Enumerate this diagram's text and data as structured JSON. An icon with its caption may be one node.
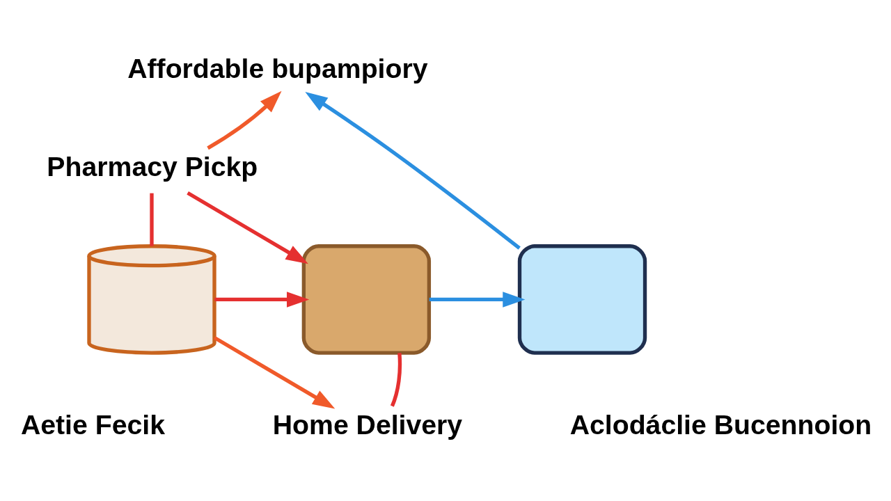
{
  "diagram": {
    "nodes": [
      {
        "text": [
          "Affordable bupampiory"
        ]
      },
      {
        "text": [
          "Pharmacy Pickp"
        ]
      },
      {
        "text": [],
        "shape": "cylinder"
      },
      {
        "text": [],
        "shape": "box"
      },
      {
        "text": [],
        "shape": "box"
      },
      {
        "text": [
          "Aetie Fecik"
        ]
      },
      {
        "text": [
          "Home Delivery"
        ]
      },
      {
        "text": [
          "Aclodáclie Bucennoion"
        ]
      }
    ],
    "edges": [
      {
        "from": 1,
        "to": 0,
        "arrow": "to",
        "color": "#f05a2a"
      },
      {
        "from": 1,
        "to": 3,
        "arrow": "to"
      },
      {
        "from": 4,
        "to": 0,
        "arrow": "to",
        "color": "#2b8fe0"
      },
      {
        "from": 1,
        "to": 2,
        "arrow": "none"
      },
      {
        "from": 2,
        "to": 3,
        "arrow": "to"
      },
      {
        "from": 3,
        "to": 4,
        "arrow": "to",
        "color": "#2b8fe0"
      },
      {
        "from": 2,
        "to": 6,
        "arrow": "to",
        "color": "#f05a2a"
      },
      {
        "from": 3,
        "to": 6,
        "arrow": "none"
      }
    ]
  }
}
